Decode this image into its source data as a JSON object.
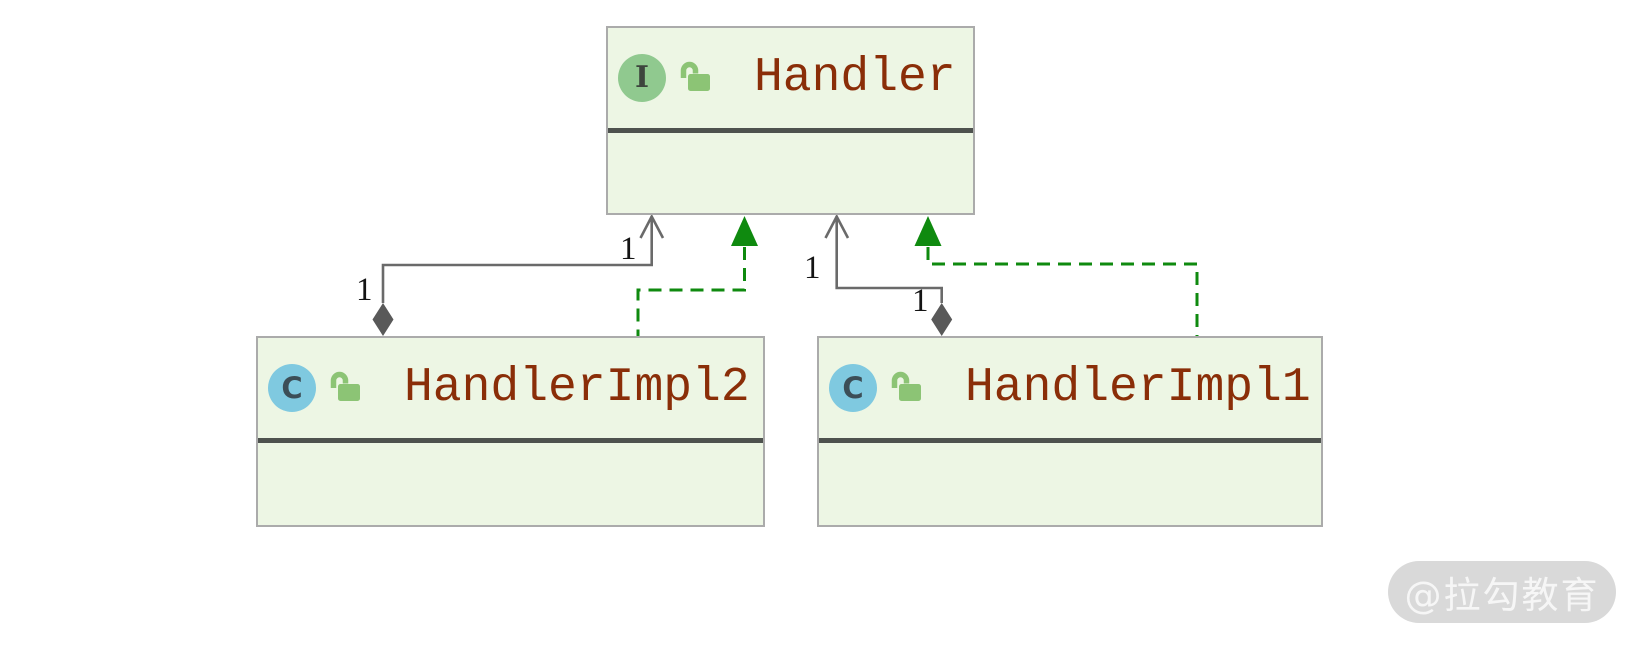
{
  "diagram": {
    "nodes": {
      "handler": {
        "badge": "I",
        "name": "Handler",
        "kind": "interface",
        "visibility_icon": "unlocked-padlock"
      },
      "impl2": {
        "badge": "C",
        "name": "HandlerImpl2",
        "kind": "class",
        "visibility_icon": "unlocked-padlock"
      },
      "impl1": {
        "badge": "C",
        "name": "HandlerImpl1",
        "kind": "class",
        "visibility_icon": "unlocked-padlock"
      }
    },
    "edges": {
      "impl2_realizes_handler": {
        "type": "realization"
      },
      "impl1_realizes_handler": {
        "type": "realization"
      },
      "impl2_aggregates_handler": {
        "type": "aggregation",
        "target_multiplicity": "1",
        "source_multiplicity": "1"
      },
      "impl1_aggregates_handler": {
        "type": "aggregation",
        "target_multiplicity": "1",
        "source_multiplicity": "1"
      }
    },
    "colors": {
      "node_fill": "#edf6e4",
      "node_border": "#ababab",
      "members_divider": "#4e524e",
      "node_name_text": "#8a2e08",
      "interface_badge": "#90c98f",
      "class_badge": "#7fc9e0",
      "lock_green": "#8cc475",
      "association_gray": "#6a6a6a",
      "realization_green": "#0f8a0f"
    }
  },
  "watermark": {
    "text": "@拉勾教育"
  }
}
